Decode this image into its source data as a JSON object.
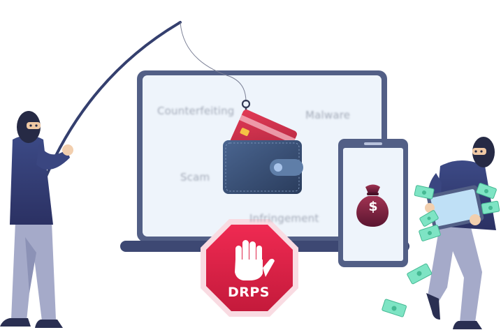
{
  "screen_labels": {
    "counterfeiting": "Counterfeiting",
    "malware": "Malware",
    "scam": "Scam",
    "infringement": "Infringement"
  },
  "stop_sign": {
    "text": "DRPS"
  },
  "money_bag": {
    "symbol": "$"
  },
  "colors": {
    "laptop_frame": "#525f86",
    "screen": "#eef4fb",
    "stop_red": "#de2045",
    "wallet": "#3a5277",
    "card_red": "#cc2a45",
    "hacker_body": "#38447d",
    "hacker_pants": "#a5aac9",
    "cash": "#7ee4c4"
  },
  "icons": [
    "hacker-fishing-icon",
    "fishing-rod-icon",
    "fishing-hook-icon",
    "laptop-icon",
    "wallet-icon",
    "credit-card-icon",
    "smartphone-icon",
    "money-bag-icon",
    "stop-hand-icon",
    "hacker-thief-icon",
    "cash-bill-icon"
  ]
}
